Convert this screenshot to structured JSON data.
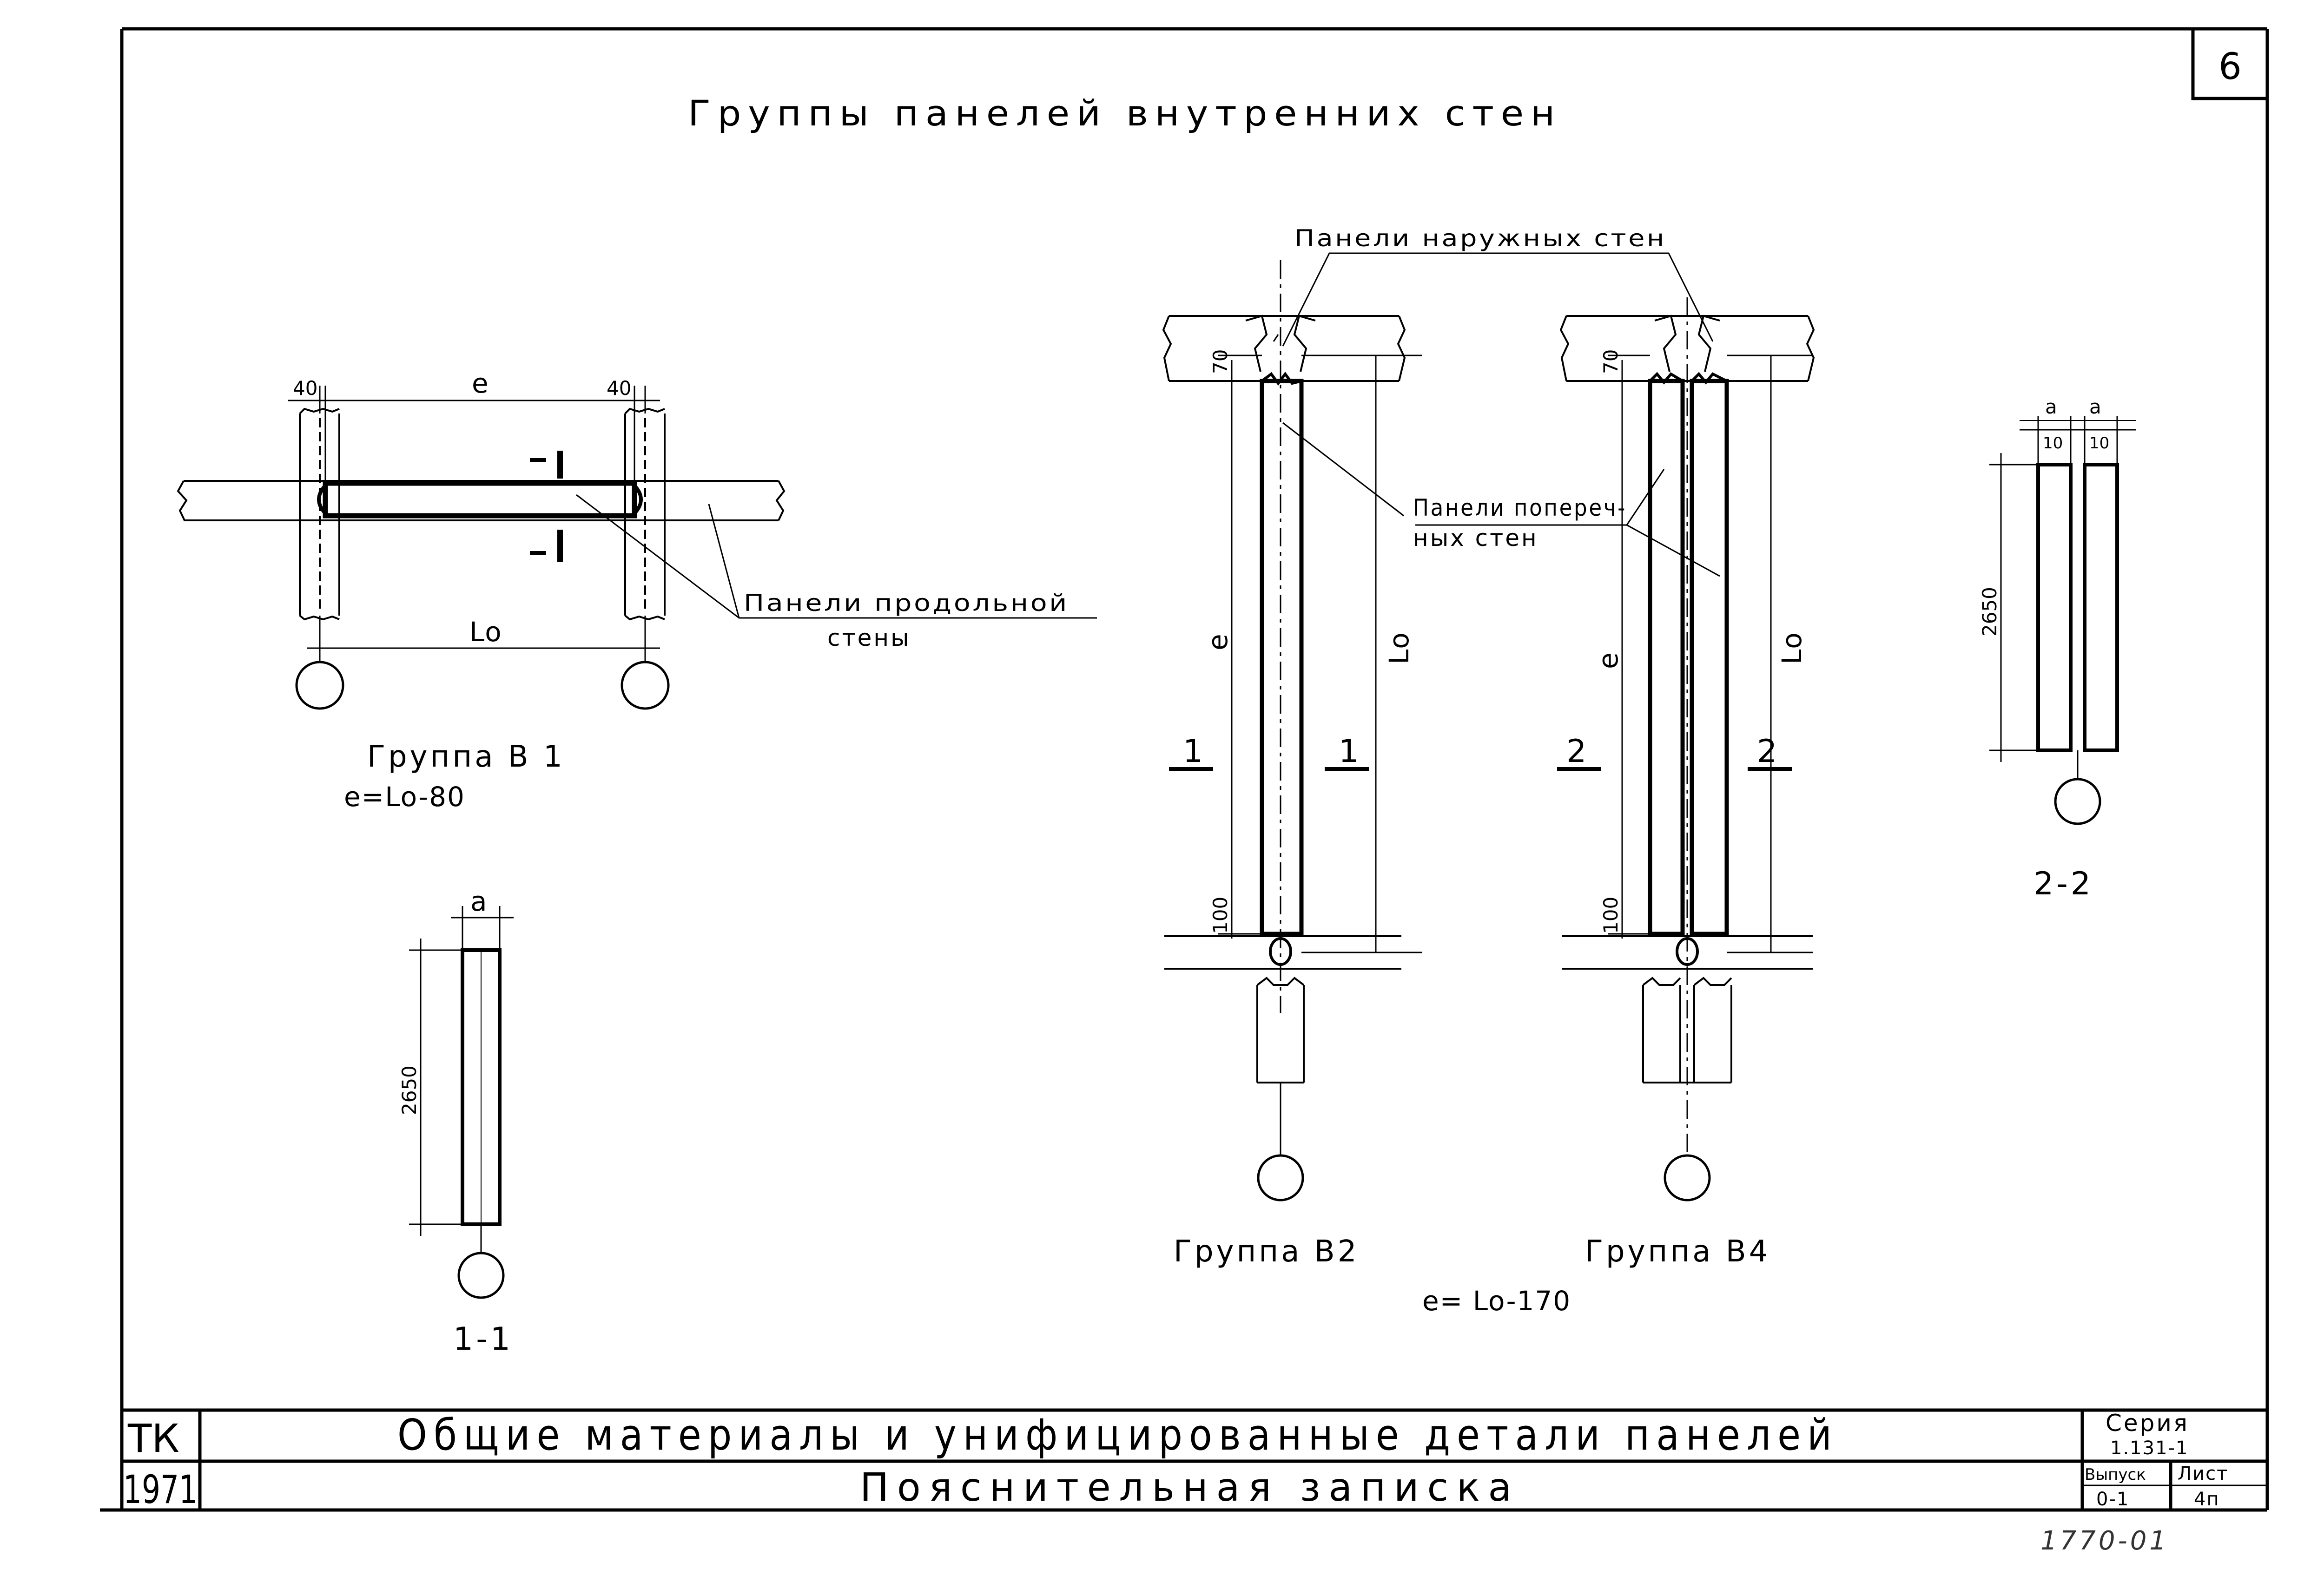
{
  "sheet_number": "6",
  "title": "Группы панелей внутренних стен",
  "labels": {
    "outer_wall_panels": "Панели наружных стен",
    "transverse_panels_line1": "Панели попереч-",
    "transverse_panels_line2": "ных стен",
    "longitudinal_panels_line1": "Панели продольной",
    "longitudinal_panels_line2": "стены"
  },
  "group_b1": {
    "name": "Группа В 1",
    "formula": "e=Lo-80",
    "dim_left": "40",
    "dim_right": "40",
    "dim_e": "e",
    "dim_lo": "Lo",
    "section_mark": "1"
  },
  "section_1_1": {
    "dim_a": "a",
    "dim_height": "2650",
    "label": "1-1"
  },
  "group_b2": {
    "name": "Группа В2",
    "dim_top": "70",
    "dim_bottom": "100",
    "dim_e": "e",
    "dim_lo": "Lo",
    "section_mark": "1"
  },
  "group_b4": {
    "name": "Группа В4",
    "dim_top": "70",
    "dim_bottom": "100",
    "dim_e": "e",
    "dim_lo": "Lo",
    "section_mark": "2"
  },
  "formula_b2_b4": "e= Lo-170",
  "section_2_2": {
    "dim_a1": "a",
    "dim_a2": "a",
    "dim_w1": "10",
    "dim_w2": "10",
    "dim_height": "2650",
    "label": "2-2"
  },
  "stamp": {
    "org": "ТК",
    "year": "1971",
    "title_line1": "Общие материалы и унифицированные детали панелей",
    "title_line2": "Пояснительная записка",
    "series_label": "Серия",
    "series_value": "1.131-1",
    "issue_label": "Выпуск",
    "issue_value": "0-1",
    "sheet_label": "Лист",
    "sheet_value": "4п"
  },
  "handwritten_note": "1770-01"
}
